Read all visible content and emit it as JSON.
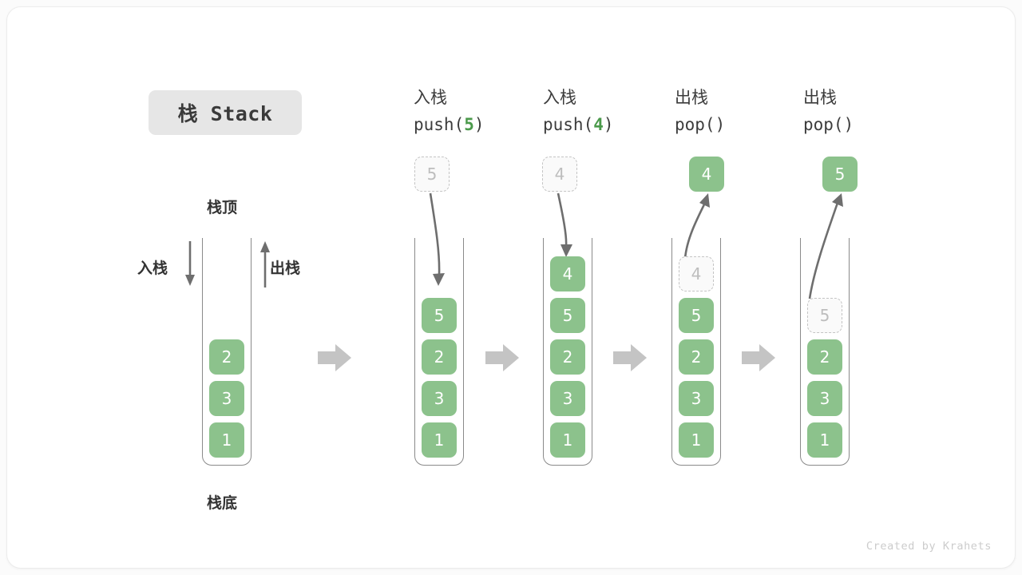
{
  "title": {
    "badge": "栈 Stack"
  },
  "legend": {
    "top_label": "栈顶",
    "bottom_label": "栈底",
    "push_label": "入栈",
    "pop_label": "出栈"
  },
  "footer": {
    "credit": "Created by Krahets"
  },
  "colors": {
    "cell_fill": "#8cc28c",
    "cell_text": "#ffffff",
    "ghost_border": "#c4c4c4",
    "ghost_text": "#bdbdbd",
    "tube_stroke": "#8a8a8a",
    "arrow_gray": "#c4c4c4",
    "curve_arrow": "#6e6e6e",
    "badge_bg": "#e6e6e6",
    "accent_green": "#4b9a4b",
    "background": "#ffffff"
  },
  "connectors": {
    "between_steps_icon": "right-block-arrow"
  },
  "steps": [
    {
      "id": "initial",
      "op": "",
      "call": "",
      "stack": [
        "2",
        "3",
        "1"
      ],
      "float_cell": null,
      "ghost_in_stack": null
    },
    {
      "id": "push-5",
      "op": "入栈",
      "call_prefix": "push(",
      "call_arg": "5",
      "call_suffix": ")",
      "stack": [
        "5",
        "2",
        "3",
        "1"
      ],
      "float_cell": {
        "value": "5",
        "style": "ghost"
      },
      "ghost_in_stack": null,
      "arrow": "down-into-stack"
    },
    {
      "id": "push-4",
      "op": "入栈",
      "call_prefix": "push(",
      "call_arg": "4",
      "call_suffix": ")",
      "stack": [
        "4",
        "5",
        "2",
        "3",
        "1"
      ],
      "float_cell": {
        "value": "4",
        "style": "ghost"
      },
      "ghost_in_stack": null,
      "arrow": "down-into-stack"
    },
    {
      "id": "pop-4",
      "op": "出栈",
      "call_prefix": "pop(",
      "call_arg": "",
      "call_suffix": ")",
      "stack": [
        "5",
        "2",
        "3",
        "1"
      ],
      "float_cell": {
        "value": "4",
        "style": "filled"
      },
      "ghost_in_stack": {
        "value": "4"
      },
      "arrow": "up-out-of-stack"
    },
    {
      "id": "pop-5",
      "op": "出栈",
      "call_prefix": "pop(",
      "call_arg": "",
      "call_suffix": ")",
      "stack": [
        "2",
        "3",
        "1"
      ],
      "float_cell": {
        "value": "5",
        "style": "filled"
      },
      "ghost_in_stack": {
        "value": "5"
      },
      "arrow": "up-out-of-stack"
    }
  ]
}
